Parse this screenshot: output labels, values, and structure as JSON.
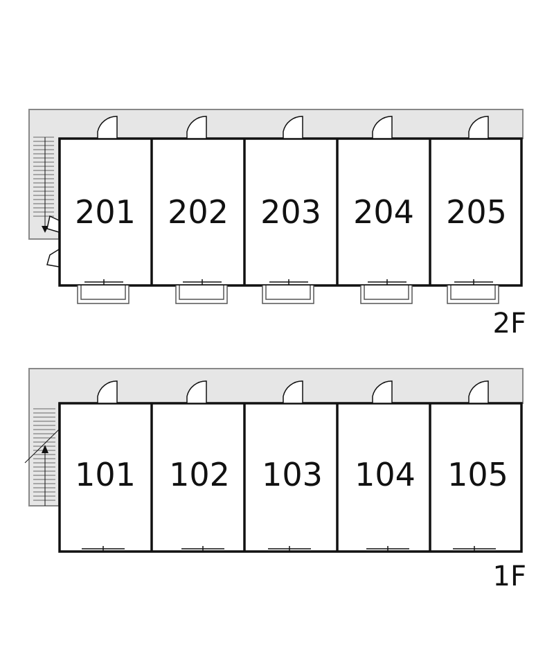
{
  "floors": [
    {
      "label": "2F",
      "rooms": [
        "201",
        "202",
        "203",
        "204",
        "205"
      ]
    },
    {
      "label": "1F",
      "rooms": [
        "101",
        "102",
        "103",
        "104",
        "105"
      ]
    }
  ],
  "colors": {
    "wall": "#111111",
    "corridor": "#e6e6e6",
    "outline": "#888888"
  }
}
